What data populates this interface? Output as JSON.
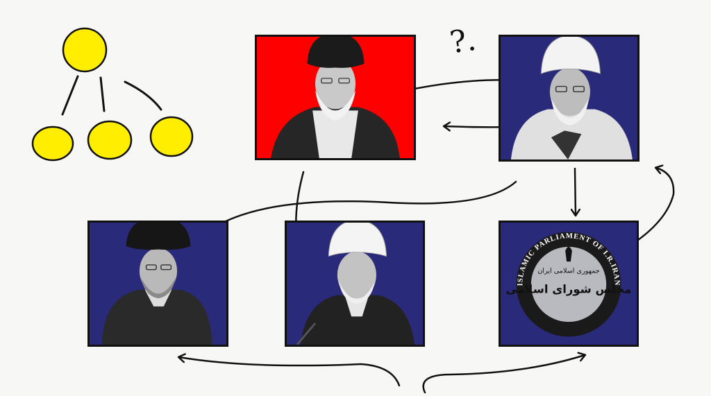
{
  "colors": {
    "red_box": "#ff0000",
    "navy_box": "#2a2a7a",
    "node_yellow": "#ffee00",
    "ink": "#111111"
  },
  "hierarchy_icon": {
    "nodes": [
      "root",
      "child-1",
      "child-2",
      "child-3"
    ]
  },
  "question_mark": "?.",
  "boxes": [
    {
      "id": "supreme-leader",
      "background": "red"
    },
    {
      "id": "guardian-council",
      "background": "navy"
    },
    {
      "id": "president",
      "background": "navy"
    },
    {
      "id": "judiciary",
      "background": "navy"
    },
    {
      "id": "parliament",
      "background": "navy"
    }
  ],
  "seal": {
    "outer_text": "ISLAMIC PARLIAMENT OF I.R.IRAN",
    "inner_text_fa": "مجلس شورای اسلامی",
    "top_text_fa": "جمهوری اسلامی ایران"
  },
  "arrows": [
    {
      "from": "supreme-leader",
      "to": "guardian-council"
    },
    {
      "from": "guardian-council",
      "to": "supreme-leader"
    },
    {
      "from": "supreme-leader",
      "to": "judiciary"
    },
    {
      "from": "guardian-council",
      "to": "president"
    },
    {
      "from": "guardian-council",
      "to": "parliament"
    },
    {
      "from": "parliament",
      "to": "guardian-council"
    },
    {
      "from": "bottom",
      "to": "president"
    },
    {
      "from": "bottom",
      "to": "parliament"
    }
  ]
}
